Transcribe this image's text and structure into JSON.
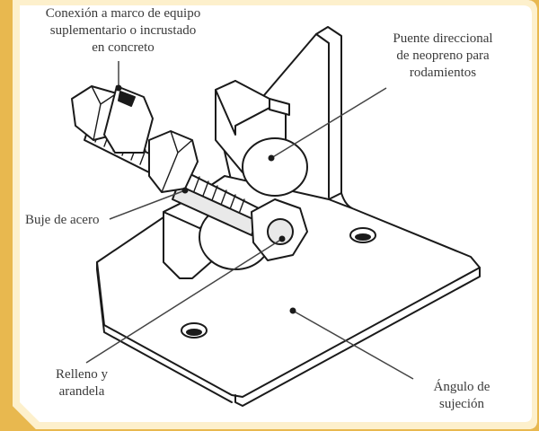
{
  "colors": {
    "frame": "#e8b84f",
    "background": "#fdf0cc",
    "panel": "#ffffff",
    "line": "#1a1a1a",
    "leader": "#444444",
    "label_text": "#3a3a3a"
  },
  "labels": {
    "connection": "Conexión a marco de equipo\nsuplementario o incrustado\nen concreto",
    "neoprene_bridge": "Puente direccional\nde neopreno para\nrodamientos",
    "steel_bushing": "Buje de acero",
    "filler_washer": "Relleno y\narandela",
    "clamp_angle": "Ángulo de\nsujeción"
  }
}
